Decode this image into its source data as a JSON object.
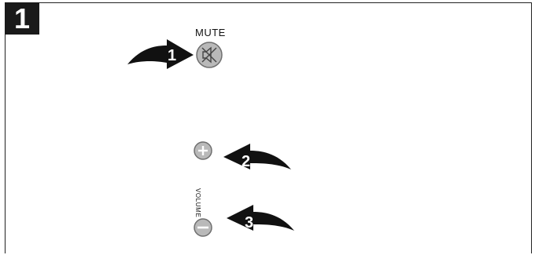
{
  "step_number": "1",
  "mute_label": "MUTE",
  "volume_label": "VOLUME",
  "callouts": [
    "1",
    "2",
    "3"
  ],
  "icons": {
    "mute_button": "mute-speaker-icon",
    "volume_up": "plus-icon",
    "volume_down": "minus-icon"
  },
  "colors": {
    "button_fill": "#b9b9b9",
    "button_outline": "#6f6f6f",
    "arrow_fill": "#111111",
    "step_box": "#1a1a1a"
  }
}
